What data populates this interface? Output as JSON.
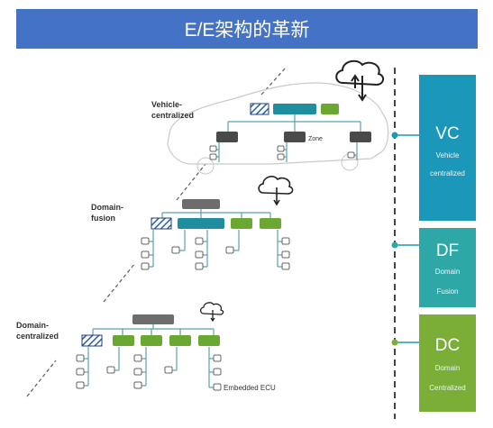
{
  "title": "E/E架构的革新",
  "levels": {
    "vehicle": {
      "line1": "Vehicle-",
      "line2": "centralized",
      "zone_label": "Zone"
    },
    "domain_fusion": {
      "line1": "Domain-",
      "line2": "fusion"
    },
    "domain_centralized": {
      "line1": "Domain-",
      "line2": "centralized",
      "ecu_label": "Embedded ECU"
    }
  },
  "stages": [
    {
      "abbr": "VC",
      "line1": "Vehicle",
      "line2": "centralized",
      "color": "#1b97b9"
    },
    {
      "abbr": "DF",
      "line1": "Domain",
      "line2": "Fusion",
      "color": "#2ea7a7"
    },
    {
      "abbr": "DC",
      "line1": "Domain",
      "line2": "Centralized",
      "color": "#7bae37"
    }
  ],
  "colors": {
    "teal": "#1f8fa0",
    "green": "#6aa832",
    "gray": "#6d6d6d",
    "dark": "#4a4a4a",
    "hatch": "#2b5fa8"
  }
}
